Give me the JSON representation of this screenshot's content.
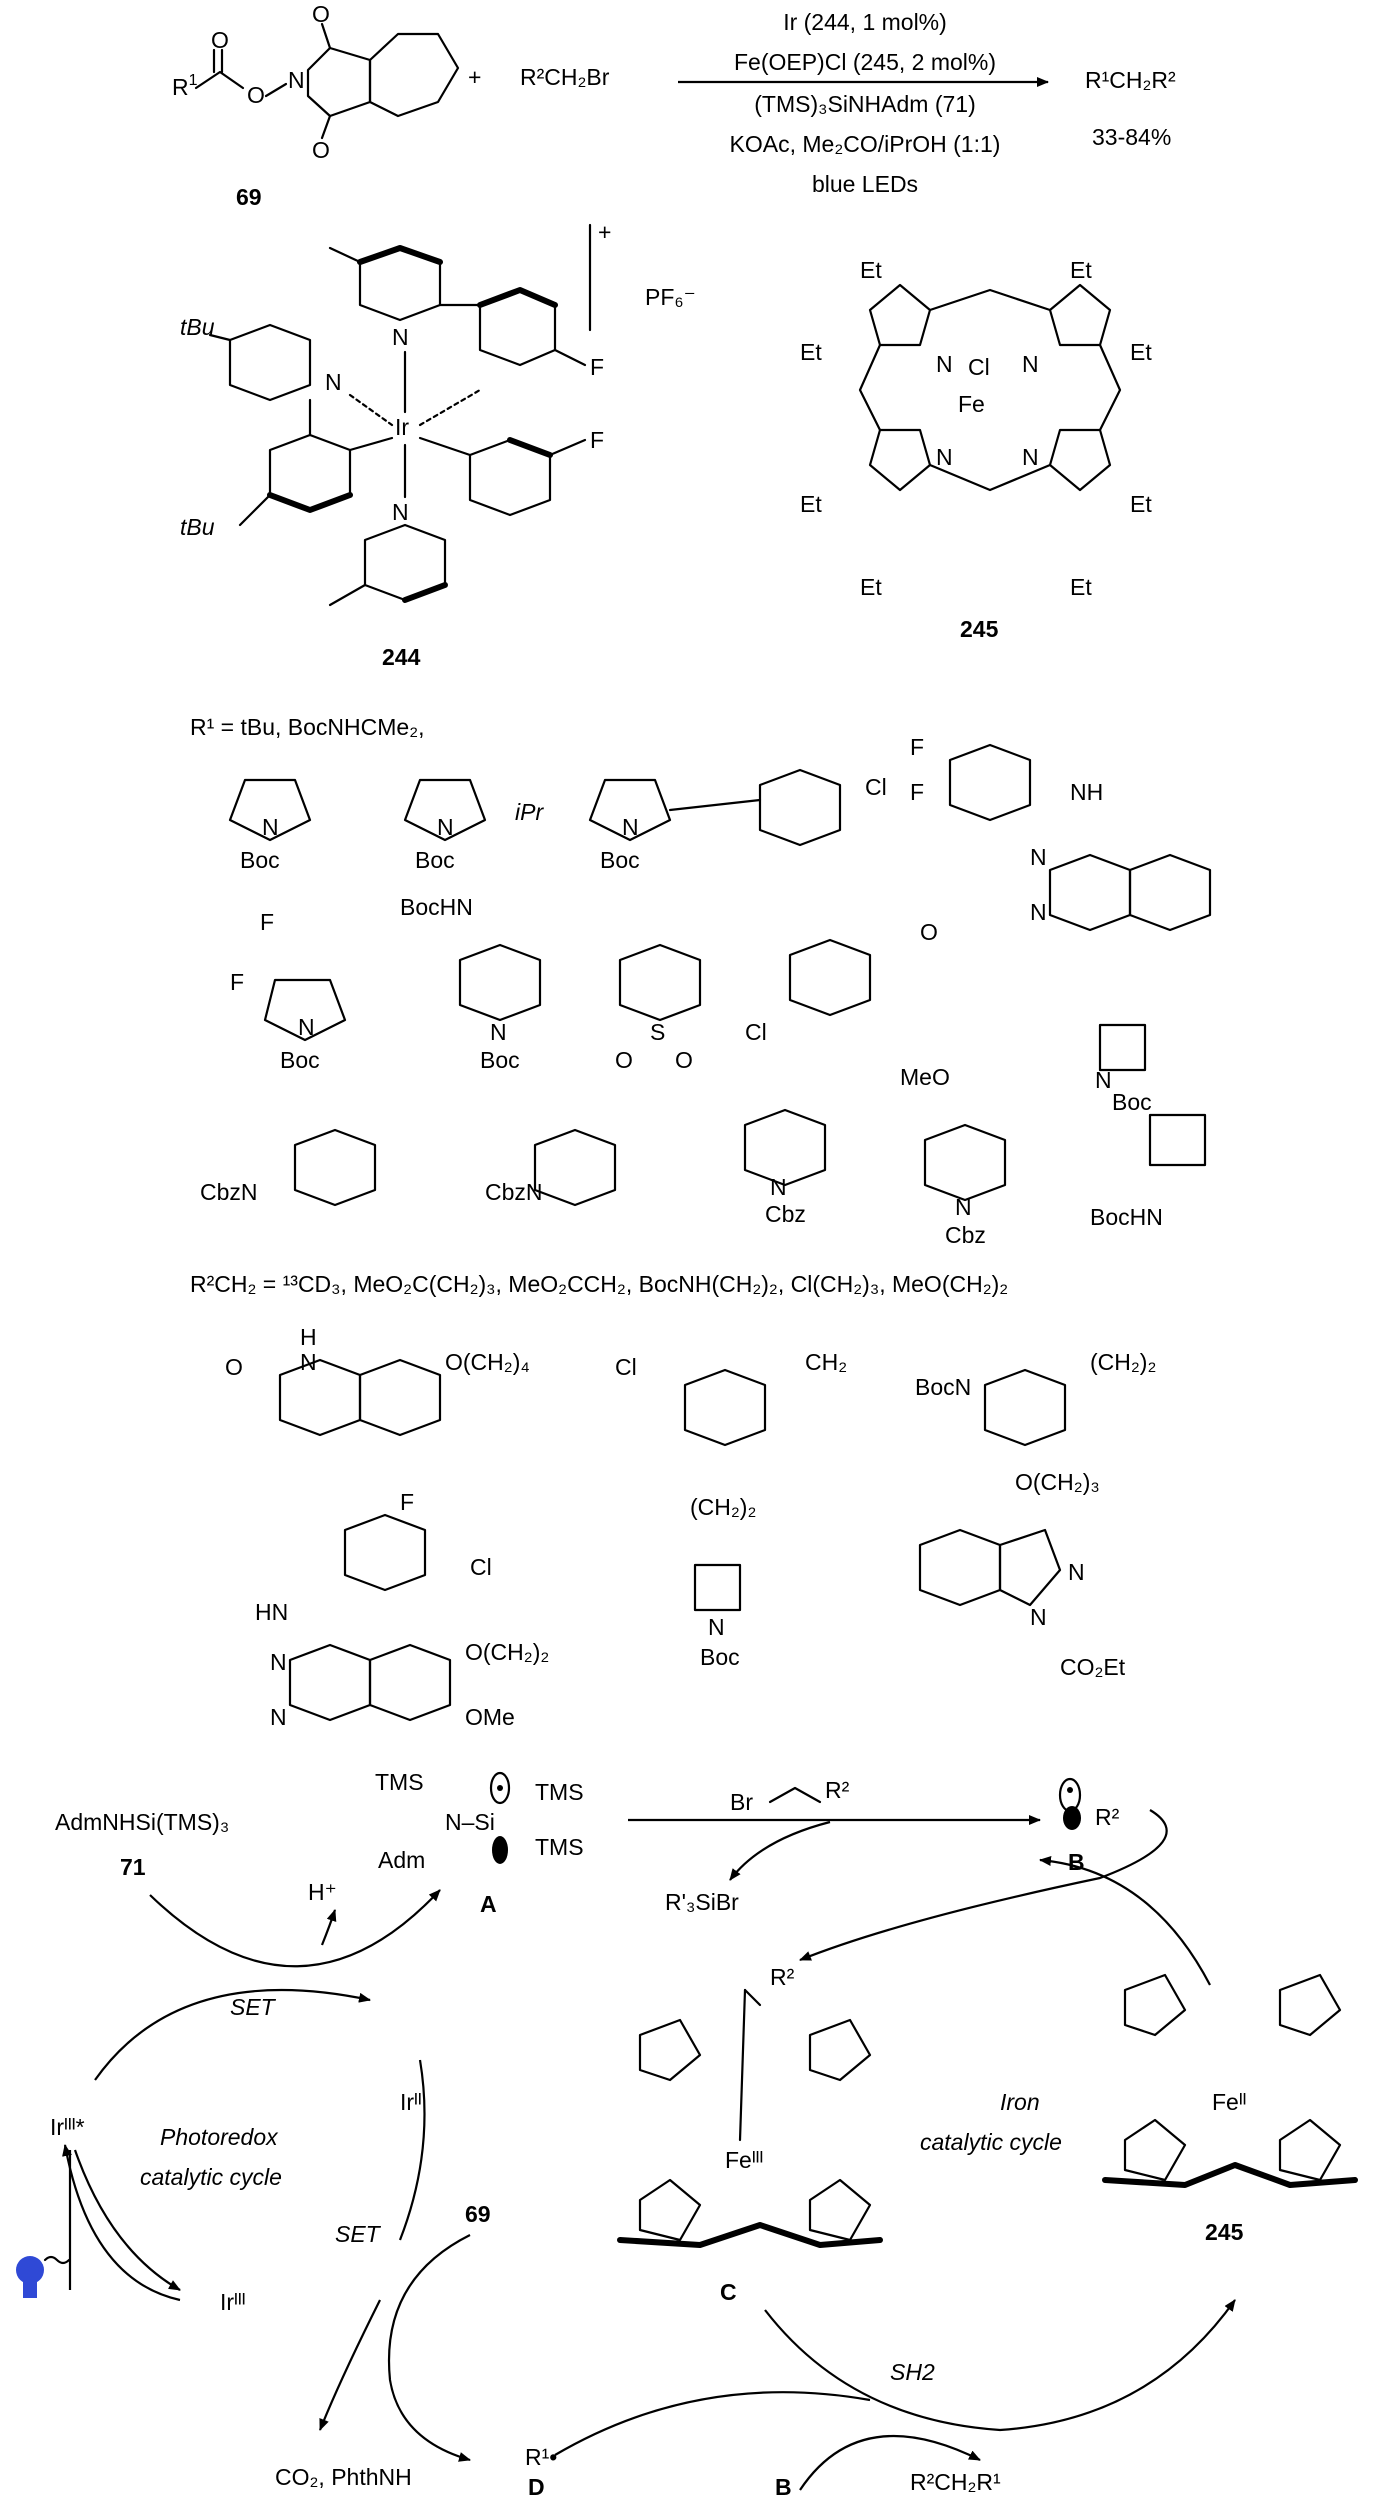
{
  "reaction": {
    "substrate_label": "R¹C(O)O–NPhth",
    "substrate_number": "69",
    "plus": "+",
    "alkyl_bromide": "R²CH₂Br",
    "conditions": [
      "Ir (244, 1 mol%)",
      "Fe(OEP)Cl (245, 2 mol%)",
      "(TMS)₃SiNHAdm (71)",
      "KOAc, Me₂CO/iPrOH (1:1)",
      "blue LEDs"
    ],
    "product": "R¹CH₂R²",
    "yield": "33-84%"
  },
  "catalysts": {
    "ir_number": "244",
    "ir_charge": "+",
    "ir_counterion": "PF₆⁻",
    "ir_metal": "Ir",
    "ir_tbu": "tBu",
    "ir_N": "N",
    "ir_F": "F",
    "fe_number": "245",
    "fe_metal": "Fe",
    "fe_cl": "Cl",
    "fe_et": "Et",
    "fe_N": "N"
  },
  "r1_scope": {
    "header": "R¹ = tBu, BocNHCMe₂,",
    "labels": [
      "Boc",
      "iPr",
      "Cl",
      "F",
      "NH",
      "BocHN",
      "S",
      "O",
      "CbzN",
      "Cbz",
      "MeO",
      "N"
    ]
  },
  "r2_scope": {
    "header": "R²CH₂ = ¹³CD₃, MeO₂C(CH₂)₃, MeO₂CCH₂, BocNH(CH₂)₂, Cl(CH₂)₃, MeO(CH₂)₂",
    "labels": [
      "H",
      "O",
      "N",
      "O(CH₂)₄",
      "Cl",
      "CH₂",
      "BocN",
      "(CH₂)₂",
      "F",
      "HN",
      "O(CH₂)₂",
      "OMe",
      "Boc",
      "O(CH₂)₃",
      "CO₂Et"
    ]
  },
  "mechanism": {
    "reagent": "AdmNHSi(TMS)₃",
    "reagent_number": "71",
    "silyl_radical_label": "A",
    "tms": "TMS",
    "adm": "Adm",
    "bromide": "Br",
    "r2": "R²",
    "silyl_bromide": "R'₃SiBr",
    "alkyl_radical_label": "B",
    "h_plus": "H⁺",
    "set_1": "SET",
    "set_2": "SET",
    "ir_excited": "Irᴵᴵᴵ*",
    "ir_ii": "Irᴵᴵ",
    "ir_iii": "Irᴵᴵᴵ",
    "photoredox_cycle": [
      "Photoredox",
      "catalytic cycle"
    ],
    "iron_cycle": [
      "Iron",
      "catalytic cycle"
    ],
    "fe_iii": "Feᴵᴵᴵ",
    "fe_ii": "Feᴵᴵ",
    "fe_complex_label": "C",
    "fe_catalyst_number": "245",
    "substrate_number": "69",
    "byproducts": "CO₂, PhthNH",
    "r1_radical": "R¹•",
    "r1_radical_label": "D",
    "sh2": "SH2",
    "b_label_bottom": "B",
    "product": "R²CH₂R¹"
  },
  "colors": {
    "bulb": "#2f49d6",
    "ink": "#000000"
  }
}
